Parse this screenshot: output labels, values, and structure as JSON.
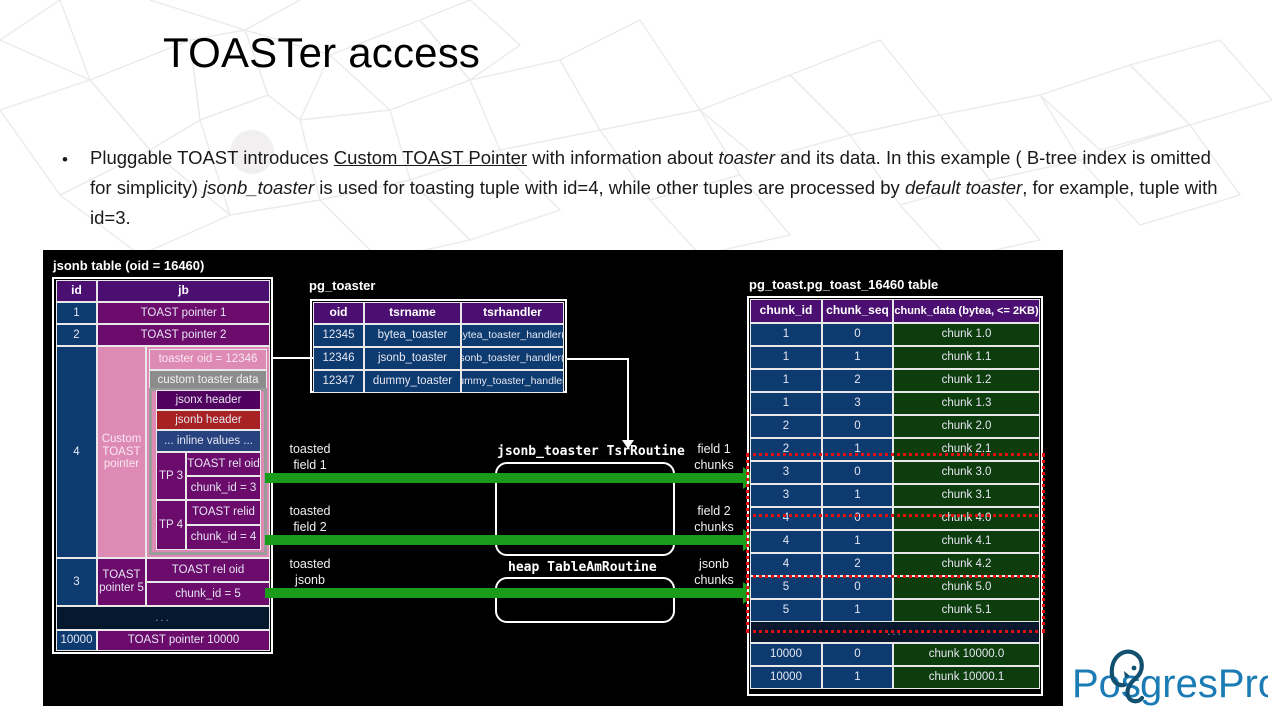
{
  "slide": {
    "title": "TOASTer access",
    "bullet_marker": "•",
    "paragraph_part1": "Pluggable TOAST introduces  ",
    "paragraph_underlined": "Custom TOAST Pointer",
    "paragraph_part2": " with information about ",
    "paragraph_italic1": "toaster",
    "paragraph_part3": " and its data. In this example ( B-tree index is omitted for simplicity)  ",
    "paragraph_italic2": "jsonb_toaster",
    "paragraph_part4": " is used for toasting tuple with id=4, while other tuples are processed by ",
    "paragraph_italic3": "default toaster",
    "paragraph_part5": ", for example, tuple with id=3."
  },
  "colors": {
    "panel_bg": "#000000",
    "header_purple": "#4b0f71",
    "row_blue": "#0d3b6f",
    "row_purple": "#6b0b6b",
    "chunk_green": "#0d3d0d",
    "custom_pointer_pink": "#dd8ab4",
    "custom_toaster_data_gray": "#8c8c8c",
    "jsonb_header_red": "#a72222",
    "inline_values_navy": "#27427f",
    "arrow_green": "#1a9c1a",
    "highlight_red": "#e01010",
    "logo_blue": "#1b7cb5",
    "logo_dark": "#12506f"
  },
  "jsonb_table": {
    "caption": "jsonb table (oid = 16460)",
    "headers": [
      "id",
      "jb"
    ],
    "row1": {
      "id": "1",
      "jb": "TOAST pointer 1"
    },
    "row2": {
      "id": "2",
      "jb": "TOAST pointer 2"
    },
    "row4": {
      "id": "4",
      "pointer_label": "Custom\nTOAST\npointer",
      "toaster_oid": "toaster oid = 12346",
      "custom_toaster_data": "custom toaster data",
      "jsonx_header": "jsonx header",
      "jsonb_header": "jsonb header",
      "inline_values": "... inline values ...",
      "tp3_label": "TP 3",
      "tp3_rel_oid": "TOAST rel oid",
      "tp3_chunk_id": "chunk_id = 3",
      "tp4_label": "TP 4",
      "tp4_rel_oid": "TOAST relid",
      "tp4_chunk_id": "chunk_id = 4"
    },
    "row3": {
      "id": "3",
      "pointer_label": "TOAST\npointer 5",
      "rel_oid": "TOAST rel oid",
      "chunk_id": "chunk_id = 5"
    },
    "ellipsis": "...",
    "row10000": {
      "id": "10000",
      "jb": "TOAST pointer 10000"
    }
  },
  "pg_toaster": {
    "caption": "pg_toaster",
    "headers": [
      "oid",
      "tsrname",
      "tsrhandler"
    ],
    "rows": [
      {
        "oid": "12345",
        "tsrname": "bytea_toaster",
        "tsrhandler": "bytea_toaster_handler()"
      },
      {
        "oid": "12346",
        "tsrname": "jsonb_toaster",
        "tsrhandler": "jsonb_toaster_handler()"
      },
      {
        "oid": "12347",
        "tsrname": "dummy_toaster",
        "tsrhandler": "dummy_toaster_handler()"
      }
    ]
  },
  "pg_toast_table": {
    "caption": "pg_toast.pg_toast_16460 table",
    "headers": [
      "chunk_id",
      "chunk_seq",
      "chunk_data (bytea, <= 2KB)"
    ],
    "rows": [
      {
        "chunk_id": "1",
        "chunk_seq": "0",
        "chunk_data": "chunk 1.0"
      },
      {
        "chunk_id": "1",
        "chunk_seq": "1",
        "chunk_data": "chunk 1.1"
      },
      {
        "chunk_id": "1",
        "chunk_seq": "2",
        "chunk_data": "chunk 1.2"
      },
      {
        "chunk_id": "1",
        "chunk_seq": "3",
        "chunk_data": "chunk 1.3"
      },
      {
        "chunk_id": "2",
        "chunk_seq": "0",
        "chunk_data": "chunk 2.0"
      },
      {
        "chunk_id": "2",
        "chunk_seq": "1",
        "chunk_data": "chunk 2.1"
      },
      {
        "chunk_id": "3",
        "chunk_seq": "0",
        "chunk_data": "chunk 3.0"
      },
      {
        "chunk_id": "3",
        "chunk_seq": "1",
        "chunk_data": "chunk 3.1"
      },
      {
        "chunk_id": "4",
        "chunk_seq": "0",
        "chunk_data": "chunk 4.0"
      },
      {
        "chunk_id": "4",
        "chunk_seq": "1",
        "chunk_data": "chunk 4.1"
      },
      {
        "chunk_id": "4",
        "chunk_seq": "2",
        "chunk_data": "chunk 4.2"
      },
      {
        "chunk_id": "5",
        "chunk_seq": "0",
        "chunk_data": "chunk 5.0"
      },
      {
        "chunk_id": "5",
        "chunk_seq": "1",
        "chunk_data": "chunk 5.1"
      }
    ],
    "ellipsis": "...",
    "tail_rows": [
      {
        "chunk_id": "10000",
        "chunk_seq": "0",
        "chunk_data": "chunk 10000.0"
      },
      {
        "chunk_id": "10000",
        "chunk_seq": "1",
        "chunk_data": "chunk 10000.1"
      }
    ]
  },
  "flow": {
    "left_label_1": "toasted\nfield 1",
    "left_label_2": "toasted\nfield 2",
    "left_label_3": "toasted\njsonb",
    "right_label_1": "field 1\nchunks",
    "right_label_2": "field 2\nchunks",
    "right_label_3": "jsonb\nchunks",
    "routine_tsr": "jsonb_toaster TsrRoutine",
    "routine_heap": "heap TableAmRoutine"
  },
  "logo": {
    "text": "PostgresPro"
  }
}
